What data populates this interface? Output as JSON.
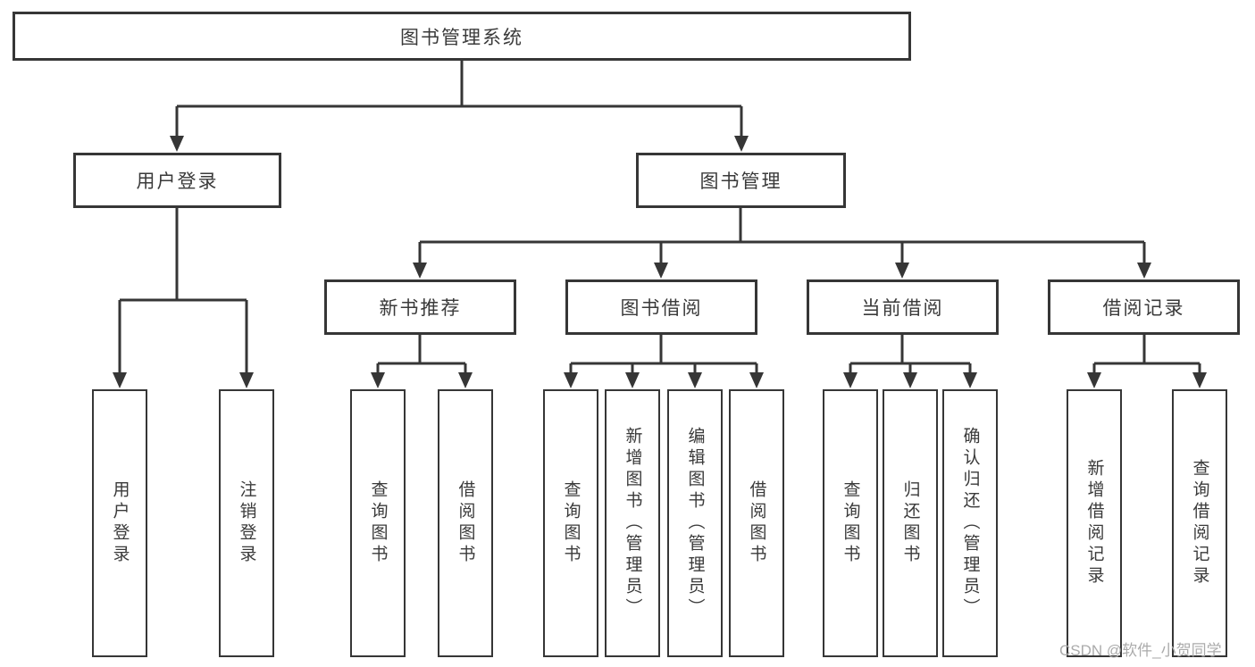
{
  "diagram": {
    "title": "图书管理系统",
    "root": {
      "label": "图书管理系统"
    },
    "branches": [
      {
        "label": "用户登录",
        "children": [
          "用户登录",
          "注销登录"
        ]
      },
      {
        "label": "图书管理",
        "sections": [
          {
            "label": "新书推荐",
            "children": [
              "查询图书",
              "借阅图书"
            ]
          },
          {
            "label": "图书借阅",
            "children": [
              "查询图书",
              "新增图书（管理员）",
              "编辑图书（管理员）",
              "借阅图书"
            ]
          },
          {
            "label": "当前借阅",
            "children": [
              "查询图书",
              "归还图书",
              "确认归还（管理员）"
            ]
          },
          {
            "label": "借阅记录",
            "children": [
              "新增借阅记录",
              "查询借阅记录"
            ]
          }
        ]
      }
    ]
  },
  "watermark": {
    "text": "CSDN @软件_小贺同学"
  },
  "colors": {
    "line": "#363636",
    "text": "#3a3a3a",
    "watermark": "#ababab",
    "background": "#ffffff"
  }
}
